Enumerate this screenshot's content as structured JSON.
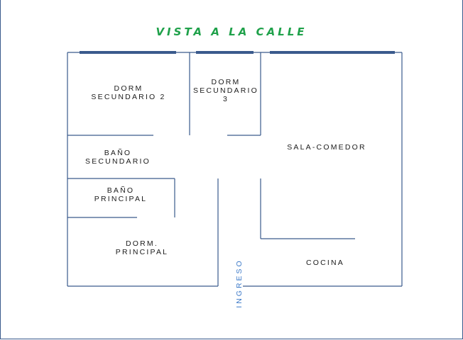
{
  "title": "VISTA A LA CALLE",
  "colors": {
    "title": "#1fa14a",
    "walls": "#3a5a8c",
    "entrance_label": "#3a78c8"
  },
  "rooms": {
    "dorm_secundario_2": {
      "line1": "DORM",
      "line2": "SECUNDARIO 2"
    },
    "dorm_secundario_3": {
      "line1": "DORM",
      "line2": "SECUNDARIO",
      "line3": "3"
    },
    "bano_secundario": {
      "line1": "BAÑO",
      "line2": "SECUNDARIO"
    },
    "bano_principal": {
      "line1": "BAÑO",
      "line2": "PRINCIPAL"
    },
    "dorm_principal": {
      "line1": "DORM.",
      "line2": "PRINCIPAL"
    },
    "sala_comedor": {
      "line1": "SALA-COMEDOR"
    },
    "cocina": {
      "line1": "COCINA"
    }
  },
  "entrance": {
    "label": "INGRESO"
  }
}
